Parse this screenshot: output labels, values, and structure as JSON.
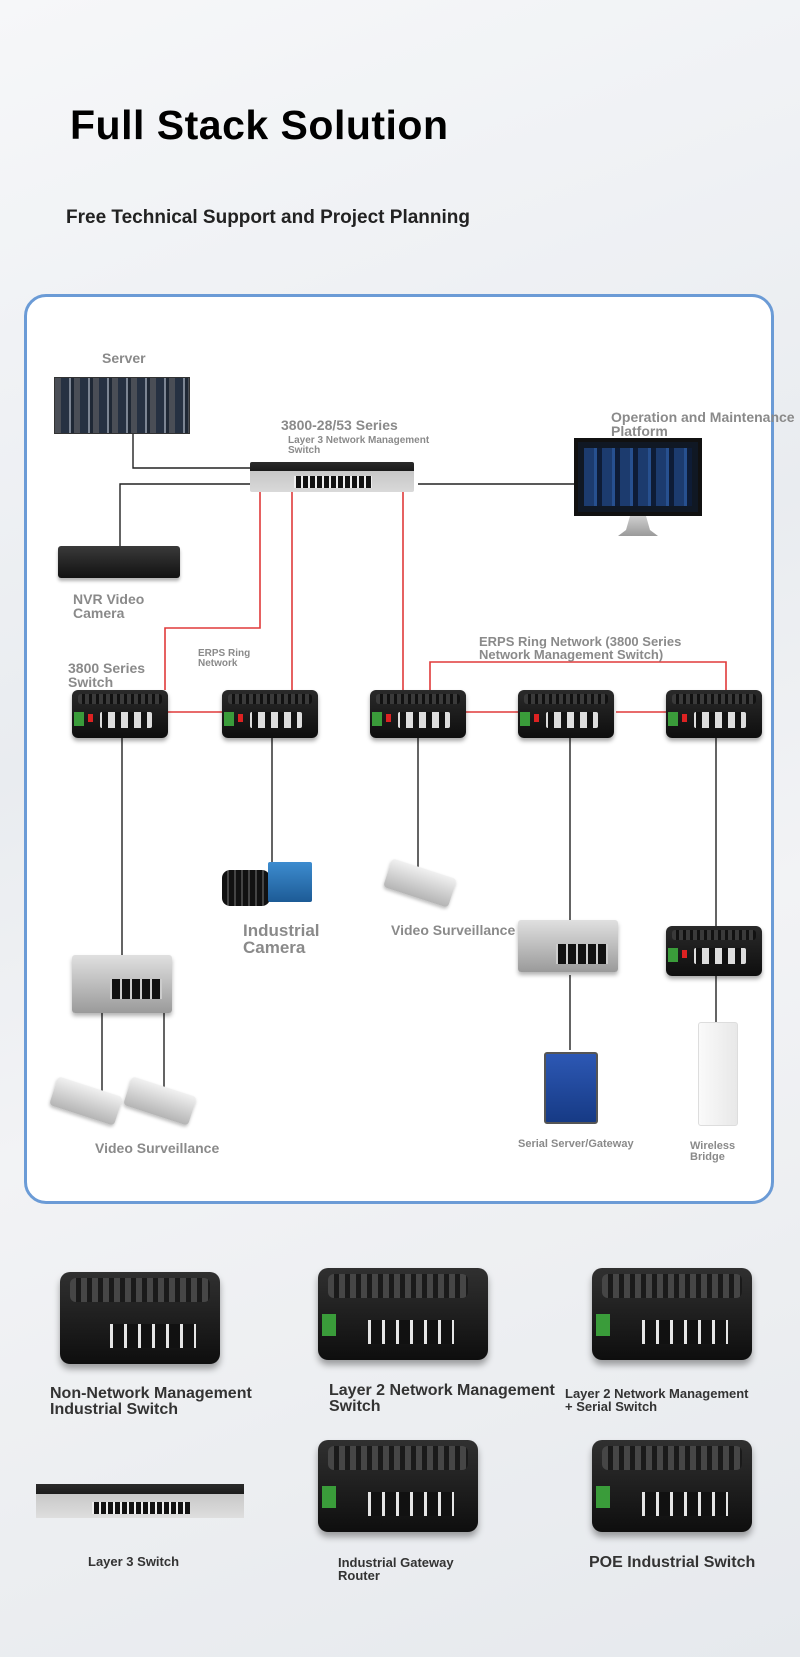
{
  "page": {
    "title": "Full Stack Solution",
    "subtitle": "Free Technical Support and Project Planning"
  },
  "diagram": {
    "labels": {
      "server": "Server",
      "core_series": "3800-28/53 Series",
      "core_sub": "Layer 3 Network Management\n Switch",
      "ops": "Operation and Maintenance\n Platform",
      "nvr": "NVR Video\n Camera",
      "series3800": "3800 Series\n Switch",
      "erps_left": "ERPS Ring\n Network",
      "erps_right": "ERPS Ring Network (3800 Series\n Network Management Switch)",
      "industrial_camera": "Industrial\n Camera",
      "video_surv_mid": "Video Surveillance",
      "video_surv_left": "Video Surveillance",
      "serial": "Serial Server/Gateway",
      "wireless": "Wireless\n Bridge"
    },
    "colors": {
      "ring_link": "#e03a3a",
      "plain_link": "#222222",
      "frame": "#6b9bd6"
    }
  },
  "products": [
    {
      "label": "Non-Network Management\n Industrial Switch"
    },
    {
      "label": "Layer 2 Network Management\n Switch"
    },
    {
      "label": "Layer 2 Network Management\n+ Serial Switch"
    },
    {
      "label": "Layer 3 Switch"
    },
    {
      "label": "Industrial Gateway\n Router"
    },
    {
      "label": "POE Industrial Switch"
    }
  ]
}
